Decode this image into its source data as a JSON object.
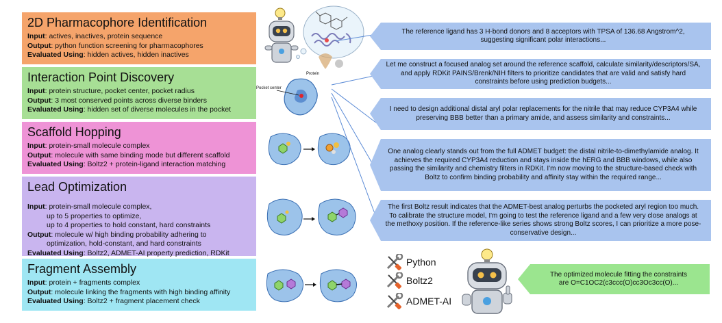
{
  "tasks": [
    {
      "title": "2D Pharmacophore Identification",
      "input_label": "Input",
      "input": "actives, inactives, protein sequence",
      "output_label": "Output",
      "output": "python function screening for pharmacophores",
      "eval_label": "Evaluated Using",
      "eval": "hidden actives, hidden inactives"
    },
    {
      "title": "Interaction Point Discovery",
      "input_label": "Input",
      "input": "protein structure, pocket center, pocket radius",
      "output_label": "Output",
      "output": "3 most conserved points across diverse binders",
      "eval_label": "Evaluated Using",
      "eval": "hidden set of diverse molecules in the pocket"
    },
    {
      "title": "Scaffold Hopping",
      "input_label": "Input",
      "input": "protein-small molecule complex",
      "output_label": "Output",
      "output": "molecule with same binding mode but different scaffold",
      "eval_label": "Evaluated Using",
      "eval": "Boltz2 + protein-ligand interaction matching"
    },
    {
      "title": "Lead Optimization",
      "input_label": "Input",
      "input": "protein-small molecule complex,",
      "input_2": "up to 5 properties to optimize,",
      "input_3": "up to 4 properties to hold constant, hard constraints",
      "output_label": "Output",
      "output": "molecule w/ high binding probability adhering to",
      "output_2": "optimization, hold-constant, and hard constraints",
      "eval_label": "Evaluated Using",
      "eval": "Boltz2, ADMET-AI property prediction, RDKit"
    },
    {
      "title": "Fragment Assembly",
      "input_label": "Input",
      "input": "protein + fragments complex",
      "output_label": "Output",
      "output": "molecule linking the fragments with high binding affinity",
      "eval_label": "Evaluated Using",
      "eval": "Boltz2 + fragment placement check"
    }
  ],
  "labels": {
    "protein": "Protein",
    "pocket_center": "Pocket center"
  },
  "bubbles": [
    "The reference ligand has 3 H-bond donors and 8 acceptors with TPSA of 136.68 Angstrom^2, suggesting significant polar interactions...",
    "Let me construct a focused analog set around the reference scaffold, calculate similarity/descriptors/SA, and apply RDKit PAINS/Brenk/NIH filters to prioritize candidates that are valid and satisfy hard constraints before using prediction budgets...",
    "I need to design additional distal aryl polar replacements for the nitrile that may reduce CYP3A4 while preserving BBB better than a primary amide, and assess similarity and constraints...",
    "One analog clearly stands out from the full ADMET budget: the distal nitrile-to-dimethylamide analog. It achieves the required CYP3A4 reduction and stays inside the hERG and BBB windows, while also passing the similarity and chemistry filters in RDKit. I'm now moving to the structure-based check with Boltz to confirm binding probability and affinity stay within the required range...",
    "The first Boltz result indicates that the ADMET-best analog perturbs the pocketed aryl region too much. To calibrate the structure model, I'm going to test the reference ligand and a few very close analogs at the methoxy position. If the reference-like series shows strong Boltz scores, I can prioritize a more pose-conservative design..."
  ],
  "final_bubble": {
    "line1": "The optimized molecule fitting the constraints",
    "line2": "are O=C1OC2(c3ccc(O)cc3Oc3cc(O)..."
  },
  "tools": [
    {
      "label": "Python",
      "icon": "wrench-screwdriver-icon"
    },
    {
      "label": "Boltz2",
      "icon": "wrench-screwdriver-icon"
    },
    {
      "label": "ADMET-AI",
      "icon": "wrench-screwdriver-icon"
    }
  ],
  "colors": {
    "bubble": "#a9c4ee",
    "final_bubble": "#9be58f",
    "t1": "#f5a46b",
    "t2": "#a7df95",
    "t3": "#ee93d6",
    "t4": "#c9b5ef",
    "t5": "#9fe6f3"
  }
}
